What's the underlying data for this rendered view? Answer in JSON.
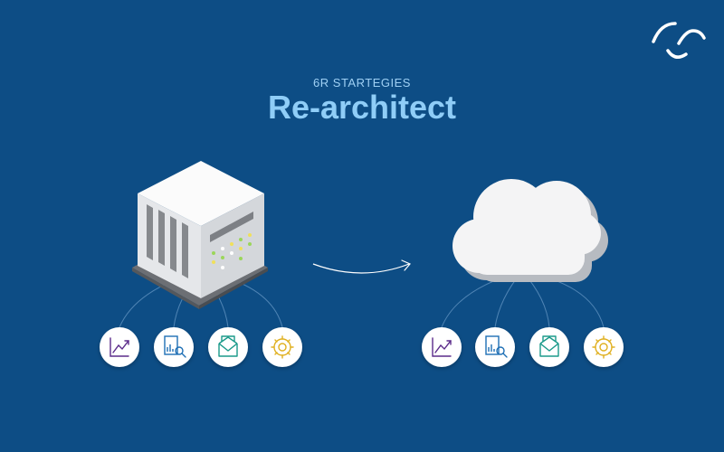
{
  "heading": {
    "subtitle": "6R STARTEGIES",
    "title": "Re-architect"
  },
  "colors": {
    "background": "#0d4d85",
    "title": "#8fcdf7",
    "icon_chart": "#5b2b8a",
    "icon_report": "#1e6fb5",
    "icon_mail": "#1b9a8a",
    "icon_gear": "#e0b020"
  },
  "left_group": {
    "label": "on-premise server",
    "icons": [
      "chart-icon",
      "report-search-icon",
      "mail-icon",
      "gear-icon"
    ]
  },
  "right_group": {
    "label": "cloud",
    "icons": [
      "chart-icon",
      "report-search-icon",
      "mail-icon",
      "gear-icon"
    ]
  }
}
